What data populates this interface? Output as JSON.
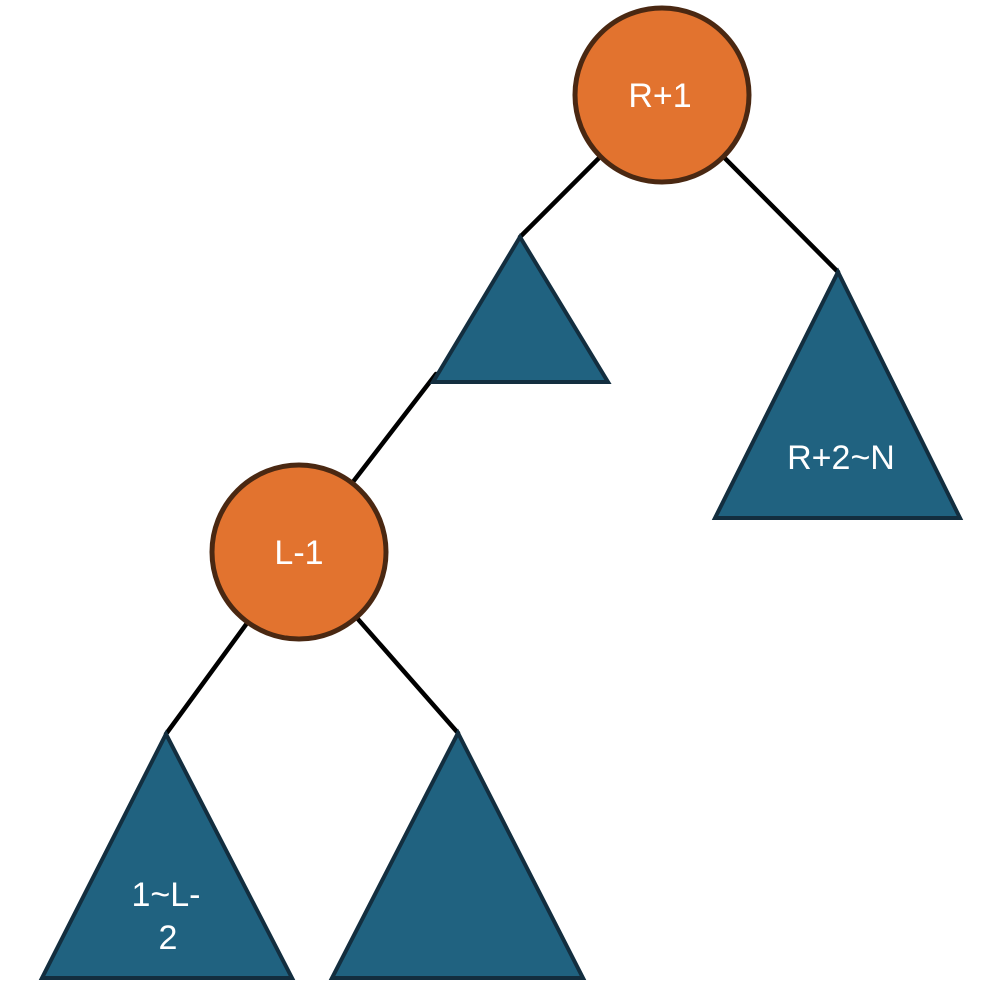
{
  "diagram": {
    "type": "binary-tree-structure",
    "background": "#ffffff",
    "colors": {
      "node_fill": "#E2732F",
      "node_stroke": "#4A2812",
      "subtree_fill": "#206280",
      "subtree_stroke": "#132E3F",
      "edge_stroke": "#000000",
      "label_text": "#FFFFFF"
    },
    "nodes": [
      {
        "id": "root",
        "shape": "circle",
        "label": "R+1"
      },
      {
        "id": "left-child",
        "shape": "circle",
        "label": "L-1"
      }
    ],
    "subtrees": [
      {
        "id": "middle",
        "shape": "triangle",
        "label": ""
      },
      {
        "id": "right",
        "shape": "triangle",
        "label": "R+2~N"
      },
      {
        "id": "bottom-left",
        "shape": "triangle",
        "label": "1~L-2",
        "label_lines": [
          "1~L-",
          "2"
        ]
      },
      {
        "id": "bottom-center",
        "shape": "triangle",
        "label": ""
      }
    ],
    "edges": [
      {
        "from": "root",
        "to": "middle-subtree"
      },
      {
        "from": "middle-subtree",
        "to": "left-child"
      },
      {
        "from": "root",
        "to": "right-subtree"
      },
      {
        "from": "left-child",
        "to": "bottom-left-subtree"
      },
      {
        "from": "left-child",
        "to": "bottom-center-subtree"
      }
    ]
  }
}
